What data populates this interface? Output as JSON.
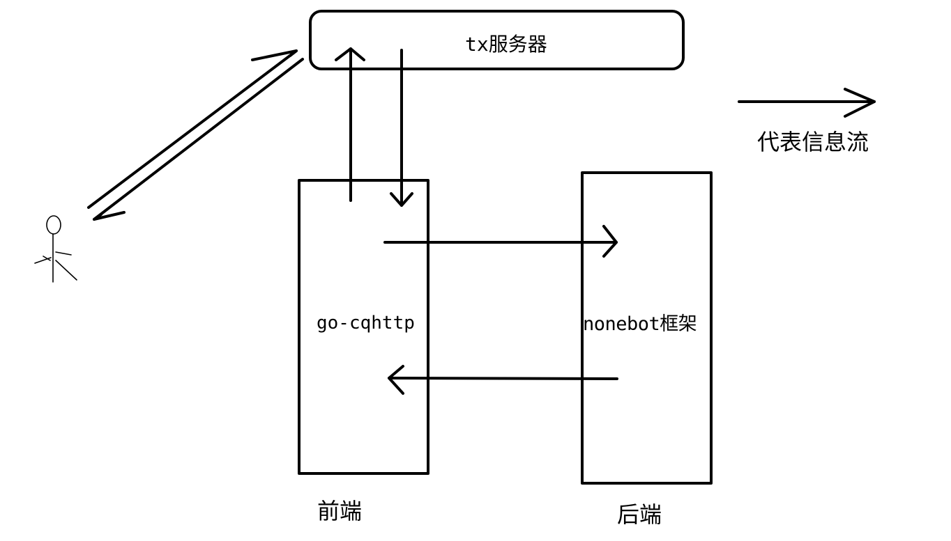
{
  "nodes": {
    "server": {
      "label": "tx服务器"
    },
    "frontend": {
      "label": "go-cqhttp",
      "caption": "前端"
    },
    "backend": {
      "label": "nonebot框架",
      "caption": "后端"
    },
    "user": {
      "icon": "stick-figure-user-icon"
    }
  },
  "legend": {
    "label": "代表信息流"
  },
  "edges": [
    {
      "from": "user",
      "to": "server"
    },
    {
      "from": "server",
      "to": "user"
    },
    {
      "from": "frontend",
      "to": "server"
    },
    {
      "from": "server",
      "to": "frontend"
    },
    {
      "from": "frontend",
      "to": "backend"
    },
    {
      "from": "backend",
      "to": "frontend"
    }
  ],
  "colors": {
    "stroke": "#000000",
    "background": "#ffffff"
  }
}
